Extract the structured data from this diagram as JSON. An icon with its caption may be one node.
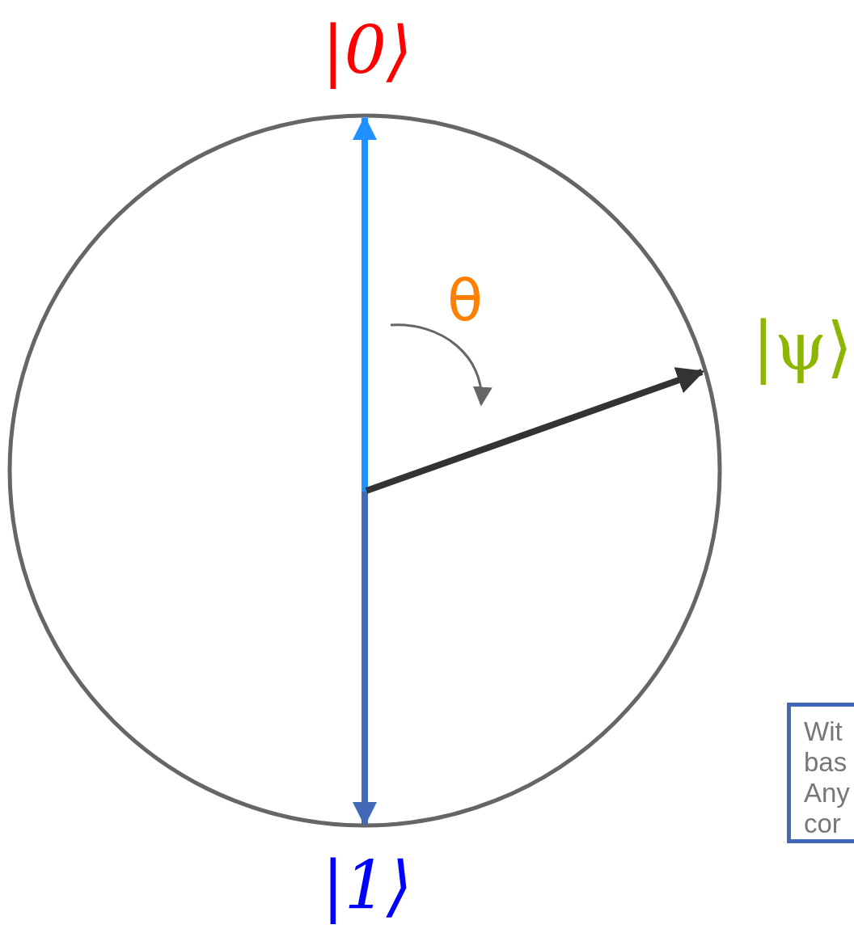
{
  "diagram": {
    "nodes": [
      {
        "text": [
          "Wit bas Any cor"
        ]
      }
    ],
    "labels": [
      "|0⟩",
      "θ",
      "|ψ⟩",
      "|1⟩"
    ]
  }
}
